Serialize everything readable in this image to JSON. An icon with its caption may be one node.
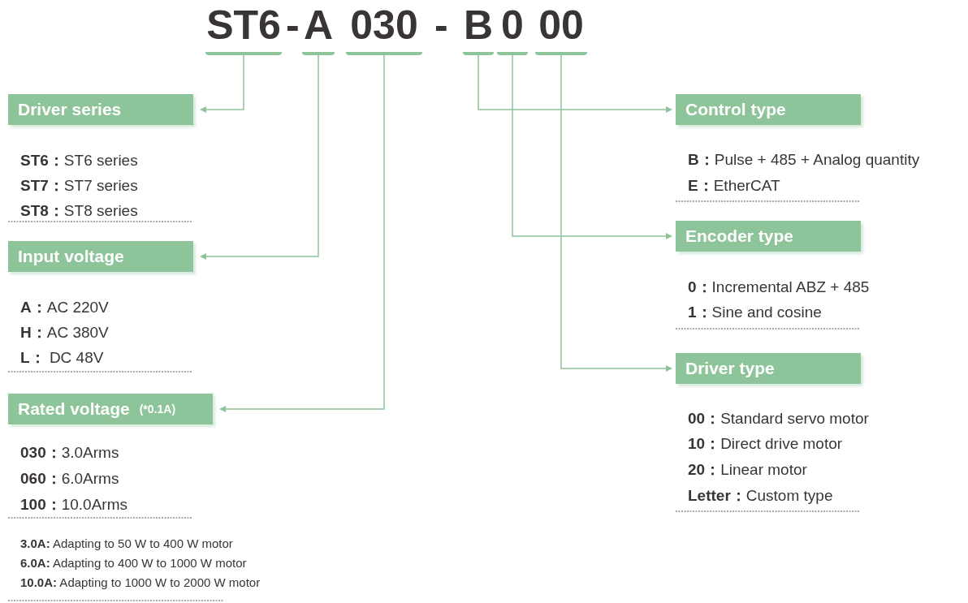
{
  "diagram": {
    "nodes": [
      {
        "text": [
          "ST6"
        ]
      },
      {
        "text": [
          "A"
        ]
      },
      {
        "text": [
          "030"
        ]
      },
      {
        "text": [
          "B"
        ]
      },
      {
        "text": [
          "0"
        ]
      },
      {
        "text": [
          "00"
        ]
      },
      {
        "text": [
          "Driver series"
        ]
      },
      {
        "text": [
          "Input voltage"
        ]
      },
      {
        "text": [
          "Rated voltage",
          "(*0.1A)"
        ]
      },
      {
        "text": [
          "Control type"
        ]
      },
      {
        "text": [
          "Encoder type"
        ]
      },
      {
        "text": [
          "Driver type"
        ]
      }
    ],
    "edges": [
      {
        "from": 0,
        "to": 6,
        "arrow": "to"
      },
      {
        "from": 1,
        "to": 7,
        "arrow": "to"
      },
      {
        "from": 2,
        "to": 8,
        "arrow": "to"
      },
      {
        "from": 3,
        "to": 9,
        "arrow": "to"
      },
      {
        "from": 4,
        "to": 10,
        "arrow": "to"
      },
      {
        "from": 5,
        "to": 11,
        "arrow": "to"
      }
    ],
    "labels": [
      "-",
      "-",
      "**ST6：**ST6 series",
      "**ST7：**ST7 series",
      "**ST8：**ST8 series",
      "**A：**AC 220V",
      "**H：**AC 380V",
      "**L：** DC 48V",
      "**030：**3.0Arms",
      "**060：**6.0Arms",
      "**100：**10.0Arms",
      "**3.0A:** Adapting to 50 W to 400 W motor",
      "**6.0A:** Adapting to 400 W to 1000 W motor",
      "**10.0A:** Adapting to 1000 W to 2000 W motor",
      "**B：**Pulse + 485 + Analog quantity",
      "**E：**EtherCAT",
      "**0：**Incremental ABZ + 485",
      "**1：**Sine and cosine",
      "**00：**Standard servo motor",
      "**10：**Direct drive motor",
      "**20：**Linear motor",
      "**Letter：**Custom type"
    ]
  }
}
